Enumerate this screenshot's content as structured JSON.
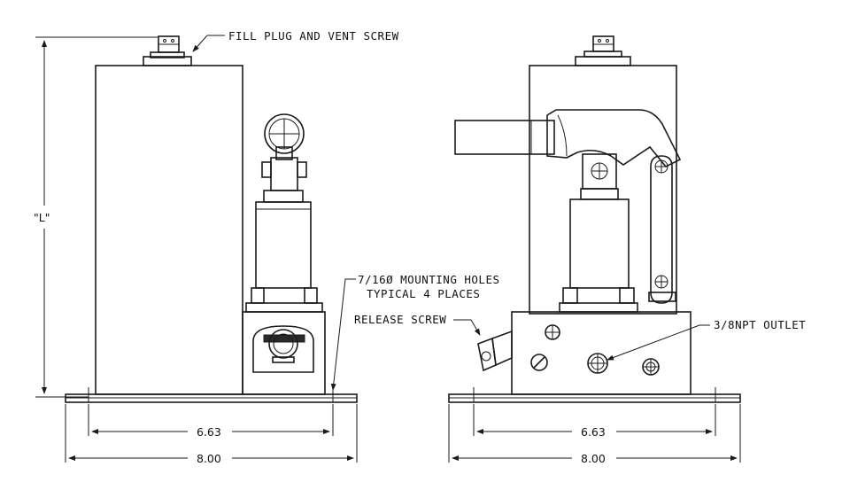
{
  "labels": {
    "fill_plug": "FILL PLUG AND VENT SCREW",
    "mounting_holes_line1": "7/16Ø MOUNTING HOLES",
    "mounting_holes_line2": "TYPICAL 4 PLACES",
    "release_screw": "RELEASE SCREW",
    "outlet": "3/8NPT OUTLET"
  },
  "dimensions": {
    "height": "\"L\"",
    "left_hole_spacing": "6.63",
    "left_base_width": "8.00",
    "right_hole_spacing": "6.63",
    "right_base_width": "8.00"
  }
}
